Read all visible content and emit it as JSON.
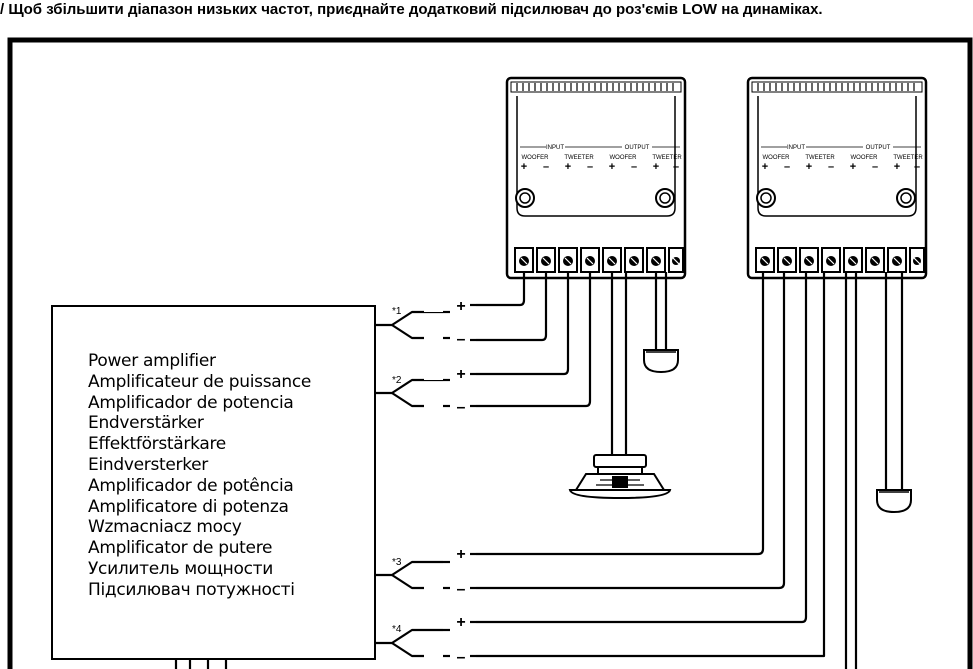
{
  "caption": "/ Щоб збільшити діапазон низьких частот, приєднайте додатковий підсилювач до роз'ємів LOW на динаміках.",
  "amplifier": {
    "labels": [
      "Power amplifier",
      "Amplificateur de puissance",
      "Amplificador de potencia",
      "Endverstärker",
      "Effektförstärkare",
      "Eindversterker",
      "Amplificador de potência",
      "Amplificatore di potenza",
      "Wzmacniacz mocy",
      "Amplificator de putere",
      "Усилитель мощности",
      "Підсилювач потужності"
    ]
  },
  "channels": [
    {
      "mark": "*1",
      "plus": "+",
      "minus": "–"
    },
    {
      "mark": "*2",
      "plus": "+",
      "minus": "–"
    },
    {
      "mark": "*3",
      "plus": "+",
      "minus": "–"
    },
    {
      "mark": "*4",
      "plus": "+",
      "minus": "–"
    }
  ],
  "crossover": {
    "input_label": "INPUT",
    "output_label": "OUTPUT",
    "terminals": [
      "WOOFER",
      "TWEETER",
      "WOOFER",
      "TWEETER"
    ],
    "polarity": [
      "+",
      "–",
      "+",
      "–",
      "+",
      "–",
      "+",
      "–"
    ]
  }
}
